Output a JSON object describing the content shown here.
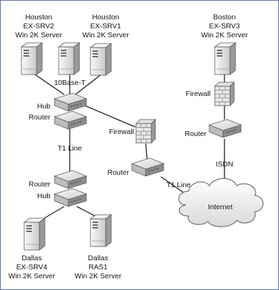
{
  "servers": {
    "houston_srv2": {
      "city": "Houston",
      "name": "EX-SRV2",
      "os": "Win 2K Server"
    },
    "houston_srv1": {
      "city": "Houston",
      "name": "EX-SRV1",
      "os": "Win 2K Server"
    },
    "boston_srv3": {
      "city": "Boston",
      "name": "EX-SRV3",
      "os": "Win 2K Server"
    },
    "dallas_srv4": {
      "city": "Dallas",
      "name": "EX-SRV4",
      "os": "Win 2K Server"
    },
    "dallas_ras1": {
      "city": "Dallas",
      "name": "RAS1",
      "os": "Win 2K Server"
    }
  },
  "houston": {
    "link": "10Base-T",
    "hub": "Hub",
    "router": "Router"
  },
  "links": {
    "t1_line_a": "T1 Line",
    "t1_line_b": "T1 Line",
    "isdn": "ISDN"
  },
  "dallas": {
    "router": "Router",
    "hub": "Hub"
  },
  "middle": {
    "firewall": "Firewall",
    "router": "Router"
  },
  "boston": {
    "firewall": "Firewall",
    "router": "Router"
  },
  "internet": {
    "label": "Internet"
  },
  "colors": {
    "frame": "#5a6b9c",
    "device_light": "#eeeeee",
    "device_mid": "#c8c8c8",
    "device_dark": "#8a8a8a",
    "wire": "#1a1a1a"
  },
  "icons": [
    "tower-server-icon",
    "hub-icon",
    "router-icon",
    "firewall-brick-icon",
    "internet-cloud-icon"
  ]
}
